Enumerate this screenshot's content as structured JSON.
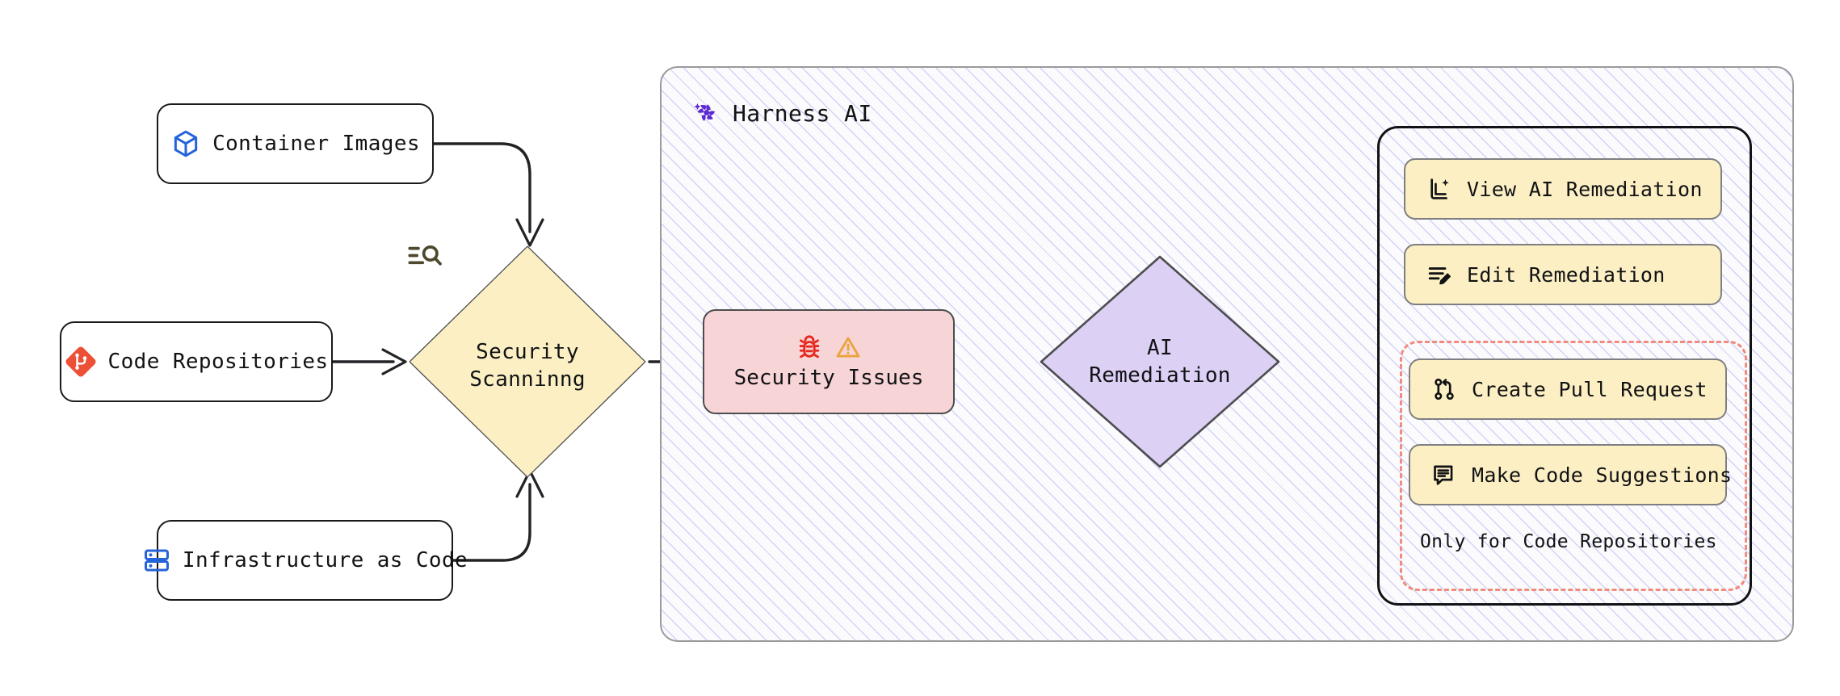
{
  "diagram": {
    "title": "Harness AI security scanning and remediation flow",
    "type": "flowchart"
  },
  "sources": [
    {
      "id": "container-images",
      "label": "Container Images",
      "icon": "cube-icon",
      "icon_color": "#2563d9"
    },
    {
      "id": "code-repositories",
      "label": "Code Repositories",
      "icon": "git-repository-icon",
      "icon_color": "#ec5138"
    },
    {
      "id": "infrastructure-as-code",
      "label": "Infrastructure as Code",
      "icon": "server-stack-icon",
      "icon_color": "#2563d9"
    }
  ],
  "scanning": {
    "label_line1": "Security",
    "label_line2": "Scanninng",
    "icon": "scan-search-icon",
    "fill": "#fcefc4",
    "stroke": "#4d4d4f"
  },
  "harness": {
    "title": "Harness AI",
    "logo_icon": "harness-pinwheel-icon",
    "logo_color": "#5c2ad2",
    "hatch_color": "#9696eb"
  },
  "issues": {
    "label": "Security Issues",
    "icons": [
      "bug-icon",
      "warning-triangle-icon"
    ],
    "bug_color": "#e8291f",
    "warning_color": "#eba43c",
    "fill": "#f7d4d6"
  },
  "remediation": {
    "label_line1": "AI",
    "label_line2": "Remediation",
    "fill": "#ddd0f5",
    "stroke": "#4d4d4f"
  },
  "actions": [
    {
      "id": "view-ai-remediation",
      "label": "View AI Remediation",
      "icon": "document-sparkle-icon",
      "code_only": false
    },
    {
      "id": "edit-remediation",
      "label": "Edit Remediation",
      "icon": "list-pencil-icon",
      "code_only": false
    },
    {
      "id": "create-pull-request",
      "label": "Create Pull Request",
      "icon": "pull-request-icon",
      "code_only": true
    },
    {
      "id": "make-code-suggestions",
      "label": "Make Code Suggestions",
      "icon": "comment-lines-icon",
      "code_only": true
    }
  ],
  "actions_note": "Only for Code Repositories",
  "colors": {
    "action_fill": "#fcefc4",
    "action_stroke": "#7f7f81",
    "dashed_group": "#f08b7e",
    "outer_border": "#111214",
    "edge": "#222326"
  }
}
